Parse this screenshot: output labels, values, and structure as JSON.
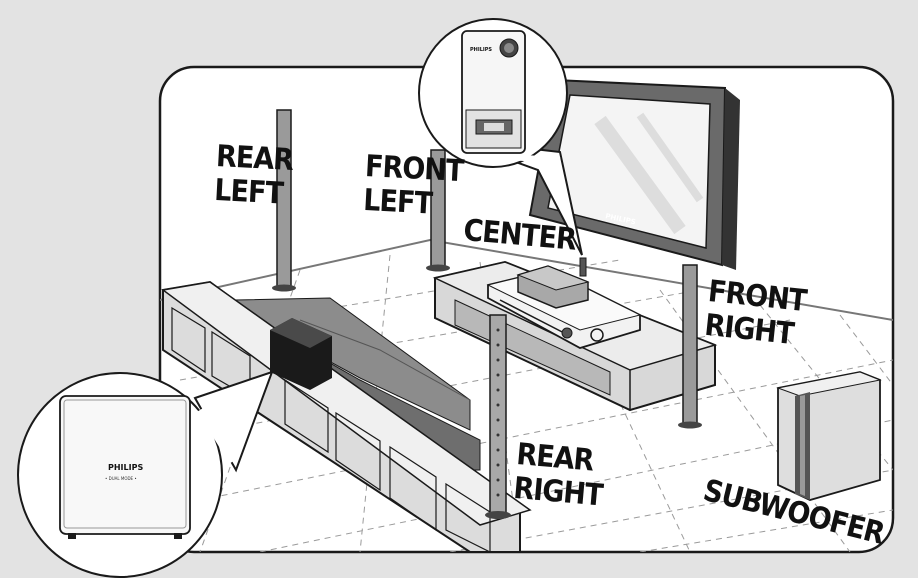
{
  "labels": {
    "rear_left": [
      "REAR",
      "LEFT"
    ],
    "front_left": [
      "FRONT",
      "LEFT"
    ],
    "center": "CENTER",
    "front_right": [
      "FRONT",
      "RIGHT"
    ],
    "rear_right": [
      "REAR",
      "RIGHT"
    ],
    "subwoofer": "SUBWOOFER"
  },
  "brand": {
    "name": "PHILIPS",
    "tv_brand": "PHILIPS",
    "subwoofer_caption": "• DUAL MODE •"
  },
  "colors": {
    "background": "#e3e3e3",
    "room_fill": "#ffffff",
    "outline": "#1a1a1a",
    "sofa_dark": "#7a7a7a",
    "sofa_mid": "#a0a0a0",
    "speaker_grey": "#9a9a9a"
  }
}
